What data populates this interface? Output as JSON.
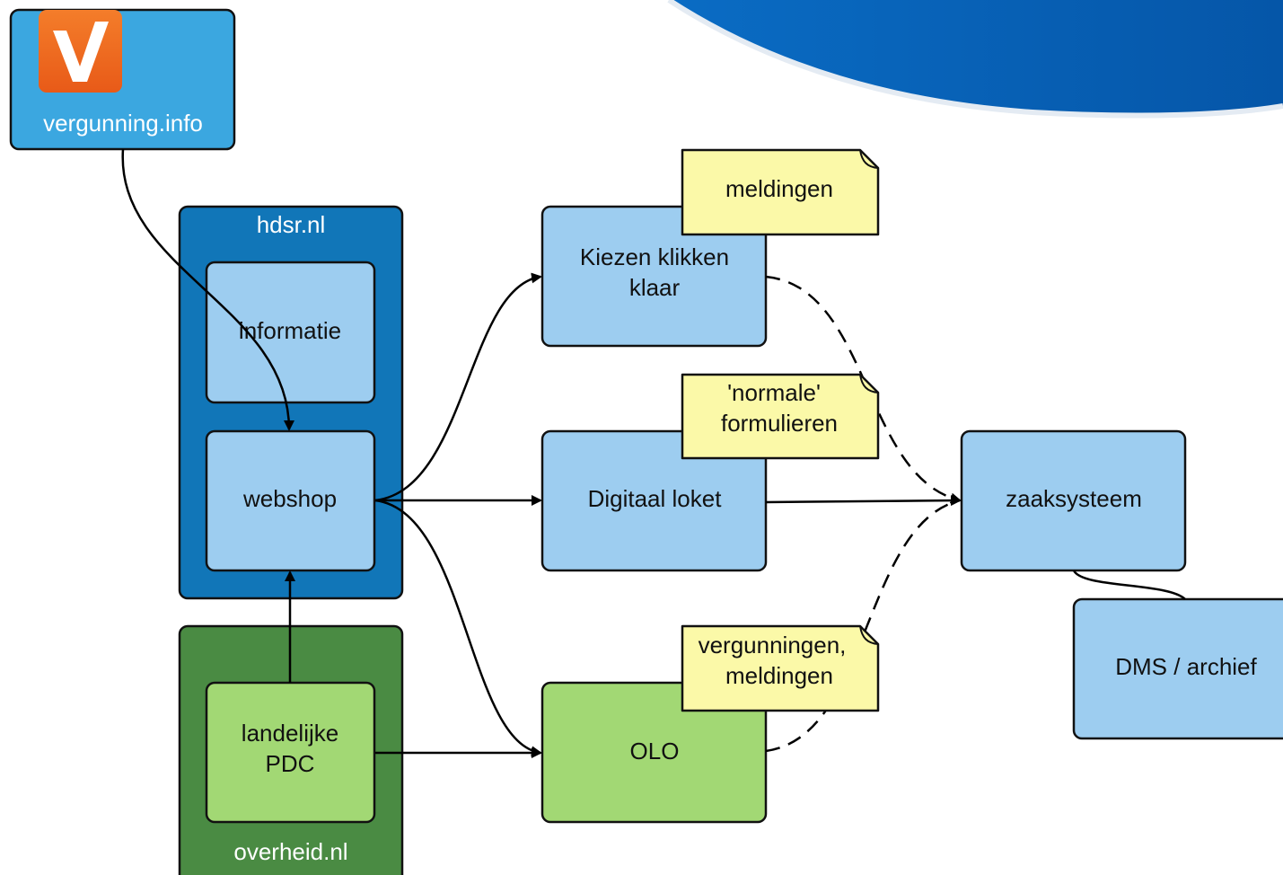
{
  "vergunning": {
    "label": "vergunning.info"
  },
  "hdsr": {
    "title": "hdsr.nl",
    "informatie": "informatie",
    "webshop": "webshop"
  },
  "overheid": {
    "title": "overheid.nl",
    "pdc_line1": "landelijke",
    "pdc_line2": "PDC"
  },
  "kkk": {
    "line1": "Kiezen klikken",
    "line2": "klaar"
  },
  "digitaal": {
    "label": "Digitaal loket"
  },
  "olo": {
    "label": "OLO"
  },
  "zaak": {
    "label": "zaaksysteem"
  },
  "dms": {
    "label": "DMS / archief"
  },
  "notes": {
    "meldingen": "meldingen",
    "normale_line1": "'normale'",
    "normale_line2": "formulieren",
    "vergunningen_line1": "vergunningen,",
    "vergunningen_line2": "meldingen"
  },
  "colors": {
    "light_blue": "#9dcdf0",
    "dark_blue": "#1176b8",
    "sky_blue": "#3ba7e0",
    "dark_green": "#4a8b43",
    "light_green": "#a2d874",
    "note_yellow": "#fbf9a8",
    "swoosh_blue": "#0763b8",
    "logo_orange": "#f26a21"
  }
}
